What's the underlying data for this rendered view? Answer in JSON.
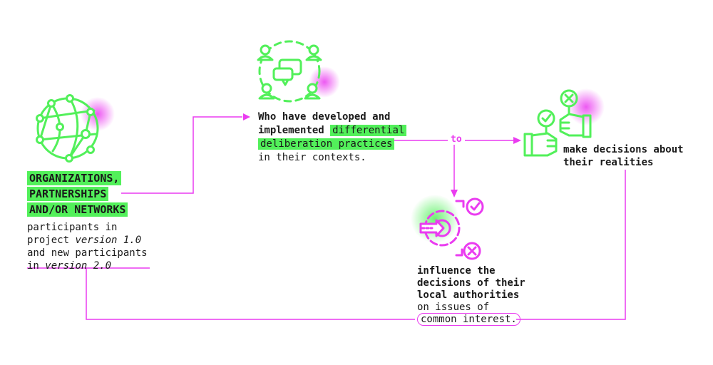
{
  "organizations": {
    "title_lines": [
      "ORGANIZATIONS,",
      "PARTNERSHIPS",
      "AND/OR NETWORKS"
    ],
    "line1": "participants in",
    "line2_prefix": "project ",
    "line2_italic": "version 1.0",
    "line3": "and new participants",
    "line4_prefix": "in ",
    "line4_italic": "version 2.0"
  },
  "who": {
    "line1": "Who have developed and",
    "line2_bold": "implemented",
    "line2_hl": "differential",
    "line3_hl": "deliberation practices",
    "line4": "in their contexts."
  },
  "connector_label": "to",
  "decisions": {
    "line1": "make decisions about",
    "line2": "their realities"
  },
  "influence": {
    "line1": "influence the",
    "line2": "decisions of their",
    "line3": "local authorities",
    "line4": "on issues of",
    "line5_pill": "common interest."
  },
  "colors": {
    "accent_green": "#52f05a",
    "accent_magenta": "#ea3cf0",
    "text": "#1a1a1a"
  },
  "icons": [
    "globe-network-icon",
    "people-chat-circle-icon",
    "thumbs-vote-icon",
    "gear-decision-icon"
  ]
}
